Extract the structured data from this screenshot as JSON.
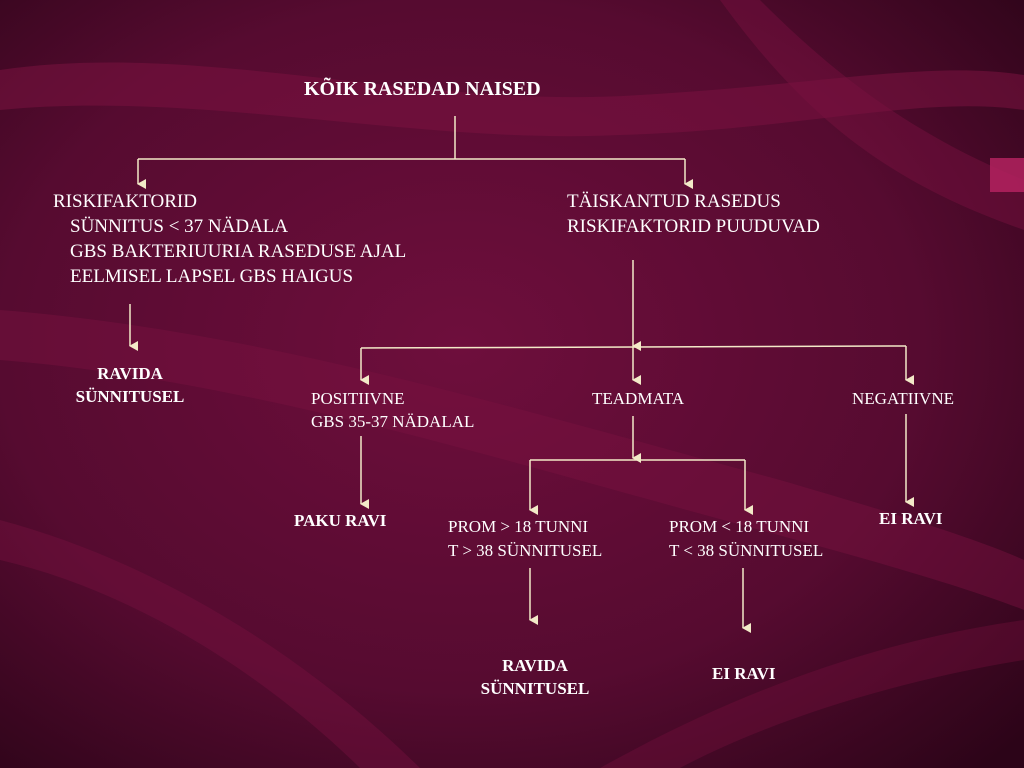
{
  "colors": {
    "background": "#4a0a2a",
    "swoosh": "#7a1240",
    "connector": "#f3eac8",
    "text": "#ffffff"
  },
  "diagram": {
    "root": "KÕIK  RASEDAD  NAISED",
    "left_branch": {
      "heading": "RISKIFAKTORID",
      "items": [
        "SÜNNITUS < 37 NÄDALA",
        "GBS  BAKTERIUURIA  RASEDUSE  AJAL",
        "EELMISEL  LAPSEL  GBS  HAIGUS"
      ],
      "outcome": [
        "RAVIDA",
        "SÜNNITUSEL"
      ]
    },
    "right_branch": {
      "lines": [
        "TÄISKANTUD  RASEDUS",
        "RISKIFAKTORID  PUUDUVAD"
      ],
      "positive": {
        "lines": [
          "POSITIIVNE",
          "GBS 35-37 NÄDALAL"
        ],
        "outcome": "PAKU  RAVI"
      },
      "unknown": {
        "label": "TEADMATA",
        "prom_over": {
          "lines": [
            "PROM  > 18 TUNNI",
            "T > 38 SÜNNITUSEL"
          ],
          "outcome": [
            "RAVIDA",
            "SÜNNITUSEL"
          ]
        },
        "prom_under": {
          "lines": [
            "PROM < 18 TUNNI",
            "T < 38 SÜNNITUSEL"
          ],
          "outcome": "EI  RAVI"
        }
      },
      "negative": {
        "label": "NEGATIIVNE",
        "outcome": "EI  RAVI"
      }
    }
  }
}
